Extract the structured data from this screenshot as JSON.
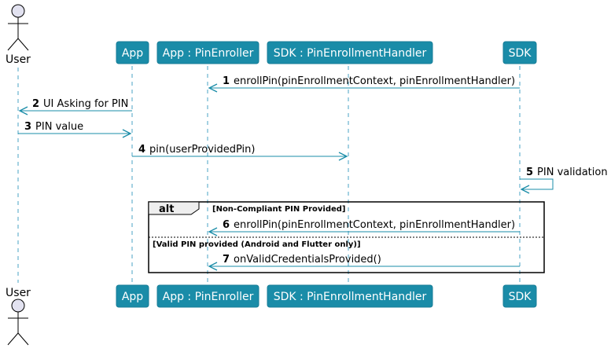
{
  "participants": [
    {
      "id": "user",
      "label": "User",
      "kind": "actor"
    },
    {
      "id": "app",
      "label": "App",
      "kind": "participant"
    },
    {
      "id": "enroller",
      "label": "App : PinEnroller",
      "kind": "participant"
    },
    {
      "id": "handler",
      "label": "SDK : PinEnrollmentHandler",
      "kind": "participant"
    },
    {
      "id": "sdk",
      "label": "SDK",
      "kind": "participant"
    }
  ],
  "messages": [
    {
      "num": "1",
      "text": "enrollPin(pinEnrollmentContext, pinEnrollmentHandler)",
      "from": "sdk",
      "to": "enroller"
    },
    {
      "num": "2",
      "text": "UI Asking for PIN",
      "from": "app",
      "to": "user"
    },
    {
      "num": "3",
      "text": "PIN value",
      "from": "user",
      "to": "app"
    },
    {
      "num": "4",
      "text": "pin(userProvidedPin)",
      "from": "app",
      "to": "handler"
    },
    {
      "num": "5",
      "text": "PIN validation",
      "from": "sdk",
      "to": "sdk"
    },
    {
      "num": "6",
      "text": "enrollPin(pinEnrollmentContext, pinEnrollmentHandler)",
      "from": "sdk",
      "to": "enroller"
    },
    {
      "num": "7",
      "text": "onValidCredentialsProvided()",
      "from": "sdk",
      "to": "enroller"
    }
  ],
  "fragment": {
    "keyword": "alt",
    "guard1": "[Non-Compliant PIN Provided]",
    "guard2": "[Valid PIN provided (Android and Flutter only)]"
  },
  "colors": {
    "participant_fill": "#1a8ca8",
    "arrow": "#1a8ca8",
    "lifeline": "#4aa3c4",
    "actor_head": "#e2e2f0"
  }
}
